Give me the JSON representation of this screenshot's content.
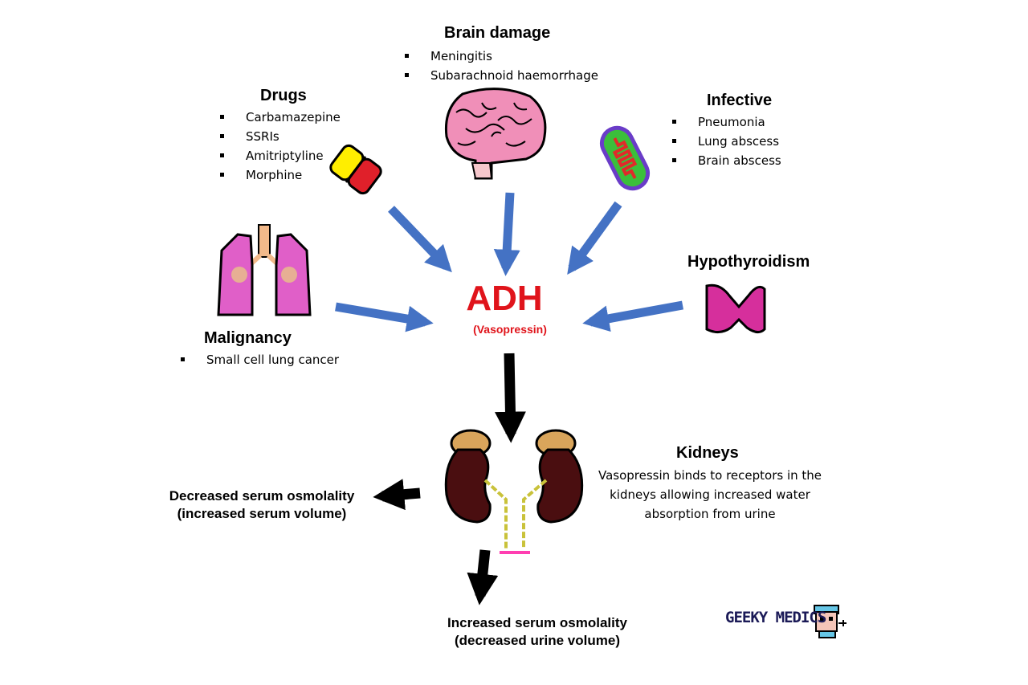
{
  "center": {
    "title": "ADH",
    "subtitle": "(Vasopressin)"
  },
  "causes": {
    "brain": {
      "heading": "Brain damage",
      "items": [
        "Meningitis",
        "Subarachnoid haemorrhage"
      ]
    },
    "drugs": {
      "heading": "Drugs",
      "items": [
        "Carbamazepine",
        "SSRIs",
        "Amitriptyline",
        "Morphine"
      ]
    },
    "infective": {
      "heading": "Infective",
      "items": [
        "Pneumonia",
        "Lung abscess",
        "Brain abscess"
      ]
    },
    "hypothyroidism": {
      "heading": "Hypothyroidism"
    },
    "malignancy": {
      "heading": "Malignancy",
      "items": [
        "Small cell lung cancer"
      ]
    }
  },
  "kidneys": {
    "heading": "Kidneys",
    "lines": [
      "Vasopressin binds to receptors in the",
      "kidneys allowing increased water",
      "absorption from urine"
    ]
  },
  "outcomes": {
    "left": {
      "line1": "Decreased serum osmolality",
      "line2": "(increased serum volume)"
    },
    "bottom": {
      "line1": "Increased serum osmolality",
      "line2": "(decreased urine volume)"
    }
  },
  "brand": {
    "name": "GEEKY MEDICS"
  },
  "colors": {
    "cause_arrow": "#4472c4",
    "effect_arrow": "#000000",
    "adh_text": "#e0141b",
    "brain_fill": "#f08fb8",
    "lung_fill": "#e05fc8",
    "thyroid_fill": "#d62f9c",
    "kidney_fill": "#4a0e10",
    "adrenal_fill": "#d9a55b",
    "pill_top": "#ffee00",
    "pill_bottom": "#e0202a",
    "bacteria_fill": "#3bbf3b",
    "bacteria_outline": "#6a3cc8"
  },
  "icons": [
    "brain-icon",
    "pill-icon",
    "bacteria-icon",
    "lungs-icon",
    "thyroid-icon",
    "kidneys-icon",
    "mascot-icon"
  ]
}
